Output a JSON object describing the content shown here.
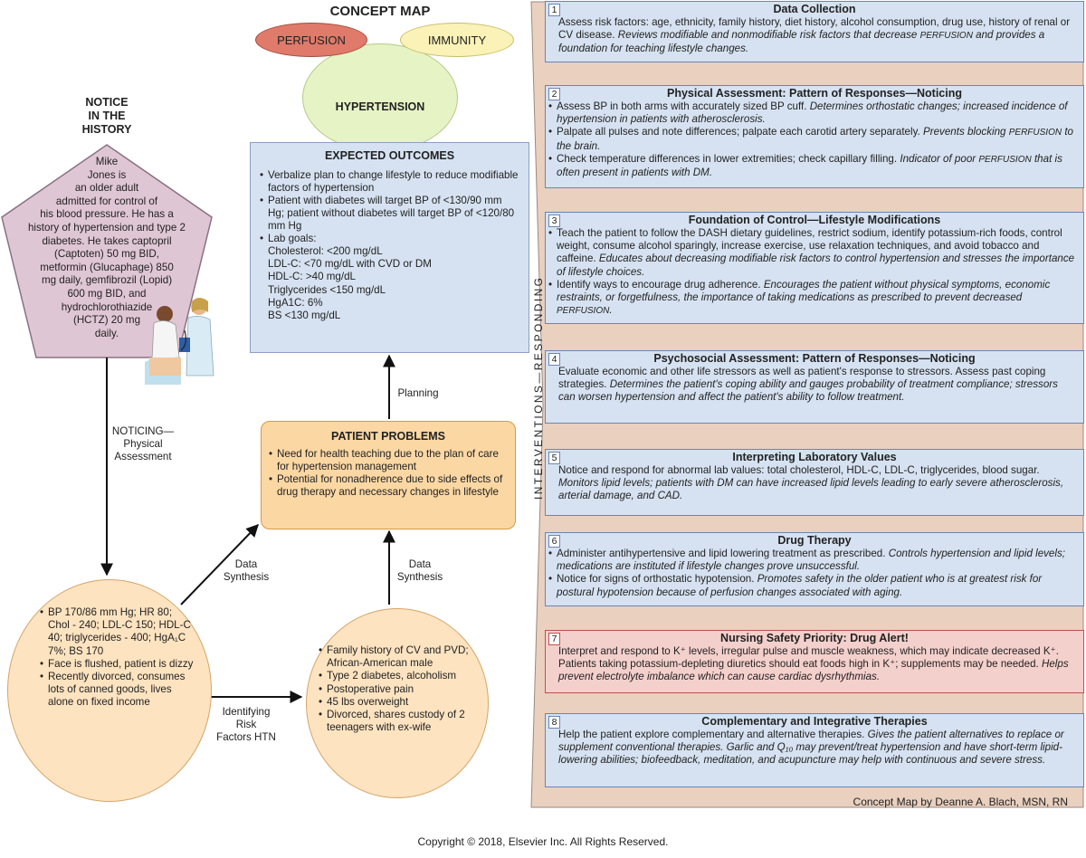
{
  "concept_map": {
    "title": "CONCEPT MAP",
    "perfusion": "PERFUSION",
    "immunity": "IMMUNITY",
    "hypertension": "HYPERTENSION",
    "colors": {
      "perfusion": "#e07a6a",
      "immunity": "#faf2b7",
      "hypertension": "#e6f3c4"
    }
  },
  "notice": {
    "title_lines": [
      "NOTICE",
      "IN THE",
      "HISTORY"
    ],
    "history_lines": [
      "Mike",
      "Jones is",
      "an older adult",
      "admitted for control of",
      "his blood pressure. He has a",
      "history of hypertension and type 2",
      "diabetes. He takes captopril",
      "(Captoten) 50 mg BID,",
      "metformin (Glucaphage) 850",
      "mg daily, gemfibrozil (Lopid)",
      "600 mg BID, and",
      "hydrochlorothiazide",
      "(HCTZ) 20 mg",
      "daily."
    ]
  },
  "arrows": {
    "noticing": [
      "NOTICING—",
      "Physical",
      "Assessment"
    ],
    "planning": "Planning",
    "data_synthesis_left": [
      "Data",
      "Synthesis"
    ],
    "data_synthesis_right": [
      "Data",
      "Synthesis"
    ],
    "identifying": [
      "Identifying",
      "Risk",
      "Factors HTN"
    ]
  },
  "expected_outcomes": {
    "title": "EXPECTED OUTCOMES",
    "items": [
      "Verbalize plan to change lifestyle to reduce modifiable factors of hypertension",
      "Patient with diabetes will target BP of <130/90 mm Hg; patient without diabetes will target BP of <120/80 mm Hg",
      "Lab goals:"
    ],
    "lab_goals": [
      "Cholesterol: <200 mg/dL",
      "LDL-C: <70 mg/dL with CVD or DM",
      "HDL-C: >40 mg/dL",
      "Triglycerides <150 mg/dL",
      "HgA1C: 6%",
      "BS <130 mg/dL"
    ]
  },
  "patient_problems": {
    "title": "PATIENT PROBLEMS",
    "items": [
      "Need for health teaching due to the plan of care for hypertension management",
      "Potential for nonadherence due to side effects of drug therapy and necessary changes in lifestyle"
    ]
  },
  "assessment_findings": [
    "BP 170/86 mm Hg; HR 80; Chol - 240; LDL-C 150; HDL-C 40; triglycerides - 400; HgA₁C 7%; BS 170",
    "Face is flushed, patient is dizzy",
    "Recently divorced, consumes lots of canned goods, lives alone on fixed income"
  ],
  "risk_factors": [
    "Family history of CV and PVD; African-American male",
    "Type 2 diabetes, alcoholism",
    "Postoperative pain",
    "45 lbs overweight",
    "Divorced, shares custody of 2 teenagers with ex-wife"
  ],
  "interventions_label": "INTERVENTIONS—RESPONDING",
  "interventions": [
    {
      "num": "1",
      "title": "Data Collection",
      "body": "Assess risk factors: age, ethnicity, family history, diet history, alcohol consumption, drug use, history of renal or CV disease.",
      "rationale": "Reviews modifiable and nonmodifiable risk factors that decrease",
      "keyword": "PERFUSION",
      "rationale_end": "and provides a foundation for teaching lifestyle changes."
    },
    {
      "num": "2",
      "title": "Physical Assessment: Pattern of Responses—Noticing",
      "b1": "Assess BP in both arms with accurately sized BP cuff.",
      "r1": "Determines orthostatic changes; increased incidence of hypertension in patients with atherosclerosis.",
      "b2": "Palpate all pulses and note differences; palpate each carotid artery separately.",
      "r2a": "Prevents blocking",
      "k2": "PERFUSION",
      "r2b": "to the brain.",
      "b3": "Check temperature differences in lower extremities; check capillary filling.",
      "r3a": "Indicator of poor",
      "k3": "PERFUSION",
      "r3b": "that is often present in patients with DM."
    },
    {
      "num": "3",
      "title": "Foundation of Control—Lifestyle Modifications",
      "b1": "Teach the patient to follow the DASH dietary guidelines, restrict sodium, identify potassium-rich foods, control weight, consume alcohol sparingly, increase exercise, use relaxation techniques, and avoid tobacco and caffeine.",
      "r1": "Educates about decreasing modifiable risk factors to control hypertension and stresses the importance of lifestyle choices.",
      "b2": "Identify ways to encourage drug adherence.",
      "r2a": "Encourages the patient without physical symptoms, economic restraints, or forgetfulness, the importance of taking medications as prescribed to prevent decreased",
      "k2": "PERFUSION",
      "r2b": "."
    },
    {
      "num": "4",
      "title": "Psychosocial Assessment: Pattern of Responses—Noticing",
      "body": "Evaluate economic and other life stressors as well as patient's response to stressors. Assess past coping strategies.",
      "rationale": "Determines the patient's coping ability and gauges probability of treatment compliance; stressors can worsen hypertension and affect the patient's ability to follow treatment."
    },
    {
      "num": "5",
      "title": "Interpreting Laboratory Values",
      "body": "Notice and respond for abnormal lab values: total cholesterol, HDL-C, LDL-C, triglycerides, blood sugar.",
      "rationale": "Monitors lipid levels; patients with DM can have increased lipid levels leading to early severe atherosclerosis, arterial damage, and CAD."
    },
    {
      "num": "6",
      "title": "Drug Therapy",
      "b1": "Administer antihypertensive and lipid lowering treatment as prescribed.",
      "r1": "Controls hypertension and lipid levels; medications are instituted if lifestyle changes prove unsuccessful.",
      "b2": "Notice for signs of orthostatic hypotension.",
      "r2": "Promotes safety in the older patient who is at greatest risk for postural hypotension because of perfusion changes associated with aging."
    },
    {
      "num": "7",
      "title": "Nursing Safety Priority: Drug Alert!",
      "body": "Interpret and respond to K⁺ levels, irregular pulse and muscle weakness, which may indicate decreased K⁺. Patients taking potassium-depleting diuretics should eat foods high in K⁺; supplements may be needed.",
      "rationale": "Helps prevent electrolyte imbalance which can cause cardiac dysrhythmias."
    },
    {
      "num": "8",
      "title": "Complementary and Integrative Therapies",
      "body": "Help the patient explore complementary and alternative therapies.",
      "rationale": "Gives the patient alternatives to replace or supplement conventional therapies. Garlic and Q₁₀ may prevent/treat hypertension and have short-term lipid-lowering abilities; biofeedback, meditation, and acupuncture may help with continuous and severe stress."
    }
  ],
  "credit": "Concept Map by Deanne A. Blach, MSN, RN",
  "copyright": "Copyright © 2018, Elsevier Inc. All Rights Reserved."
}
